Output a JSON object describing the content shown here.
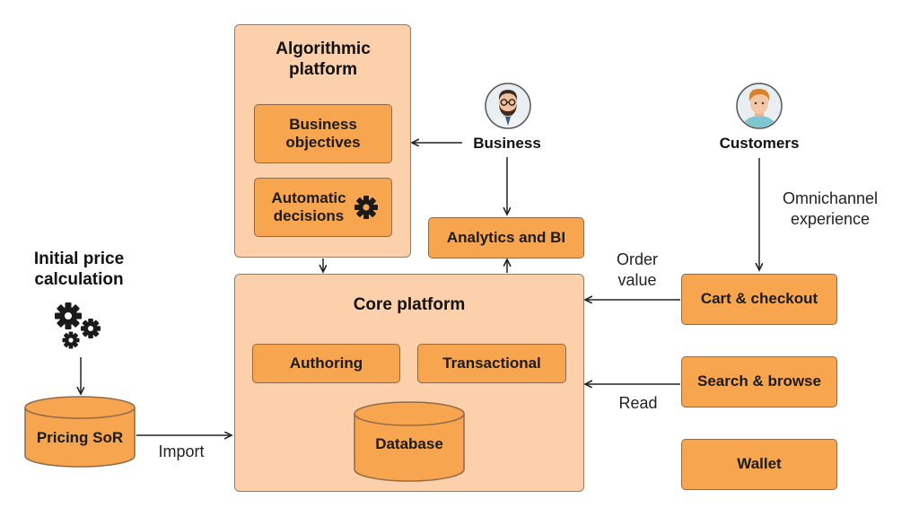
{
  "algorithmic_platform": {
    "title": "Algorithmic platform",
    "business_objectives": "Business objectives",
    "automatic_decisions": "Automatic decisions"
  },
  "core_platform": {
    "title": "Core platform",
    "authoring": "Authoring",
    "transactional": "Transactional",
    "database": "Database"
  },
  "analytics": "Analytics and BI",
  "actors": {
    "business": "Business",
    "customers": "Customers"
  },
  "channels": {
    "cart": "Cart & checkout",
    "search": "Search & browse",
    "wallet": "Wallet"
  },
  "pricing": {
    "title": "Initial price calculation",
    "sor": "Pricing SoR"
  },
  "edge_labels": {
    "omnichannel": "Omnichannel experience",
    "order_value": "Order value",
    "read": "Read",
    "import": "Import"
  },
  "icons": {
    "business": "businessman-avatar-icon",
    "customers": "customer-avatar-icon",
    "gear": "gear-icon",
    "gears": "gears-icon"
  },
  "colors": {
    "panel_fill": "#fbd0ab",
    "box_fill": "#f7a54f",
    "outline": "#8e6a4a"
  }
}
